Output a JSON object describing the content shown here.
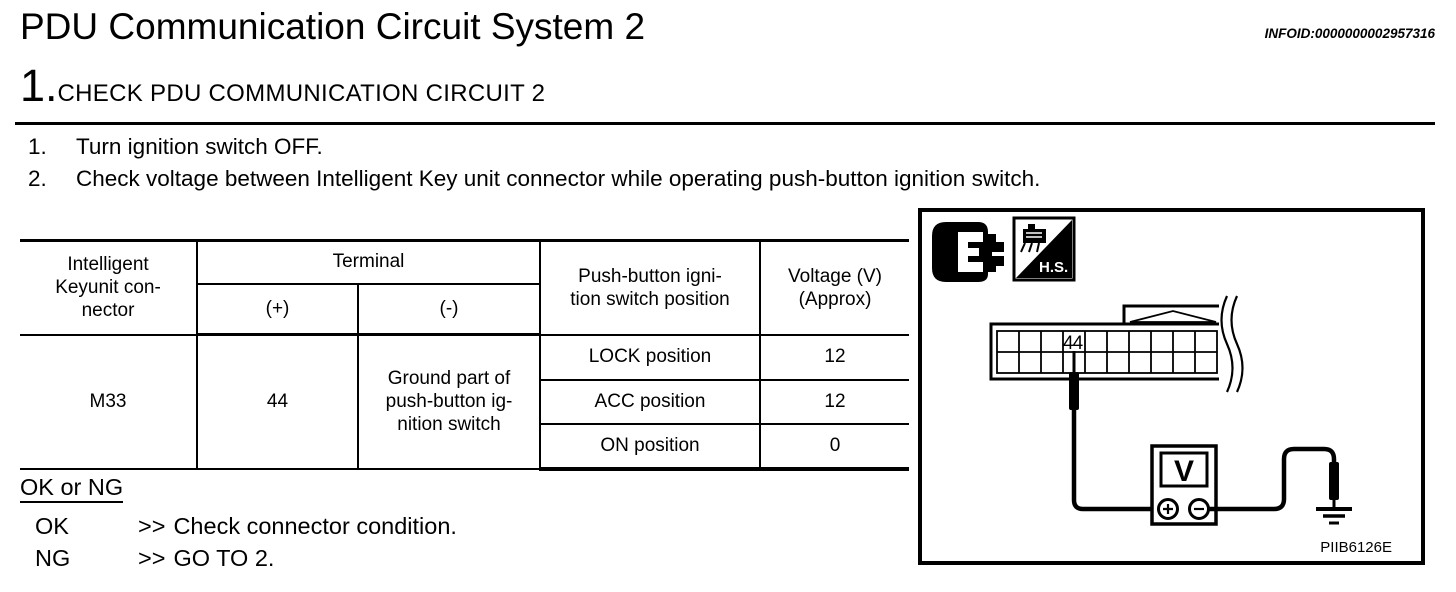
{
  "page": {
    "title": "PDU Communication Circuit System 2",
    "infoid": "INFOID:0000000002957316"
  },
  "step": {
    "number": "1.",
    "heading": "CHECK PDU COMMUNICATION CIRCUIT 2"
  },
  "instructions": [
    {
      "num": "1.",
      "text": "Turn ignition switch OFF."
    },
    {
      "num": "2.",
      "text": "Check voltage between Intelligent Key unit connector while operating push-button ignition switch."
    }
  ],
  "table": {
    "header": {
      "connector": "Intelligent\nKeyunit con-\nnector",
      "terminal": "Terminal",
      "plus": "(+)",
      "minus": "(-)",
      "switch_position": "Push-button igni-\ntion switch position",
      "voltage": "Voltage (V)\n(Approx)"
    },
    "body": {
      "connector": "M33",
      "plus_terminal": "44",
      "minus_terminal": "Ground part of\npush-button ig-\nnition switch",
      "rows": [
        {
          "position": "LOCK position",
          "voltage": "12"
        },
        {
          "position": "ACC position",
          "voltage": "12"
        },
        {
          "position": "ON position",
          "voltage": "0"
        }
      ]
    }
  },
  "result": {
    "heading": "OK or NG",
    "items": [
      {
        "label": "OK",
        "arrow": ">>",
        "action": "Check connector condition."
      },
      {
        "label": "NG",
        "arrow": ">>",
        "action": "GO TO 2."
      }
    ]
  },
  "figure": {
    "pin_label": "44",
    "meter_label": "V",
    "hs_label": "H.S.",
    "code": "PIIB6126E",
    "icons": {
      "disconnect": "disconnect-connector-icon",
      "harness_side": "hs-view-icon"
    }
  },
  "colors": {
    "ink": "#000000",
    "background": "#ffffff"
  }
}
